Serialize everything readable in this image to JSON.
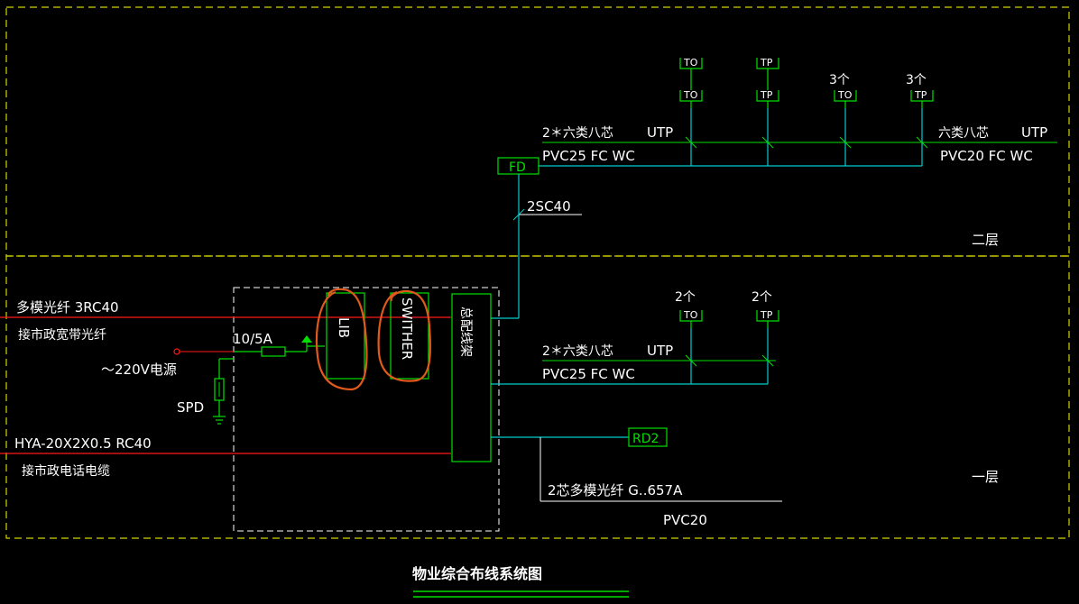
{
  "colors": {
    "background": "#000000",
    "frame": "#d4d400",
    "white": "#ffffff",
    "green": "#00e000",
    "cyan": "#00cccc",
    "red": "#ff1a1a",
    "annotation": "#e25a1b"
  },
  "floors": {
    "upper": "二层",
    "lower": "一层"
  },
  "upper": {
    "fd_label": "FD",
    "riser_cable": "2SC40",
    "cable_left_top": "2＊六类八芯",
    "cable_left_utp": "UTP",
    "cable_left_bottom": "PVC25  FC  WC",
    "cable_right_top": "六类八芯",
    "cable_right_utp": "UTP",
    "cable_right_bottom": "PVC20  FC  WC",
    "outlets": [
      {
        "top": "TO",
        "bottom": "TO",
        "count": ""
      },
      {
        "top": "TP",
        "bottom": "TP",
        "count": ""
      },
      {
        "top": "",
        "bottom": "TO",
        "count": "3个"
      },
      {
        "top": "",
        "bottom": "TP",
        "count": "3个"
      }
    ]
  },
  "lower": {
    "fiber_in_label": "多模光纤  3RC40",
    "fiber_in_desc": "接市政宽带光纤",
    "power_in": "～220V电源",
    "breaker": "10/5A",
    "spd": "SPD",
    "phone_in_label": "HYA-20X2X0.5   RC40",
    "phone_in_desc": "接市政电话电缆",
    "lib": "LIB",
    "switch": "SWITHER",
    "main_frame": "总配线架",
    "cable_top": "2＊六类八芯",
    "cable_utp": "UTP",
    "cable_bottom": "PVC25  FC  WC",
    "outlets": [
      {
        "label": "TO",
        "count": "2个"
      },
      {
        "label": "TP",
        "count": "2个"
      }
    ],
    "rd_label": "RD2",
    "fiber_out_label": "2芯多模光纤  G..657A",
    "fiber_out_conduit": "PVC20"
  },
  "title": "物业综合布线系统图"
}
